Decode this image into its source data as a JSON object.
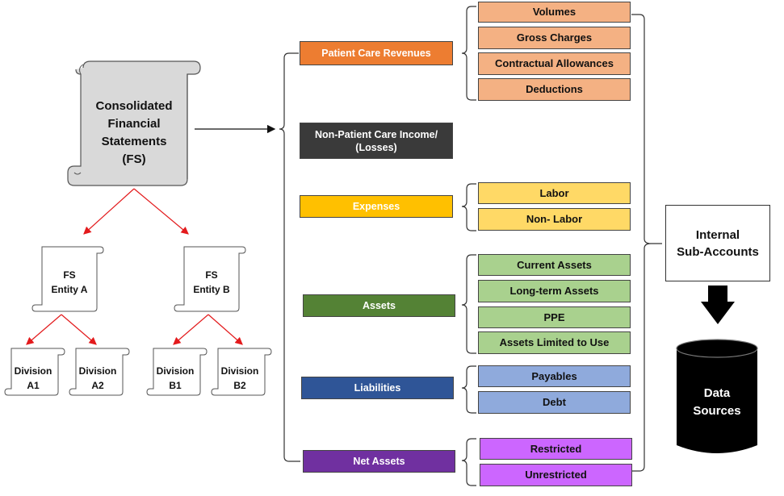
{
  "hierarchy": {
    "consolidated": "Consolidated Financial Statements (FS)",
    "consolidated_lines": [
      "Consolidated",
      "Financial",
      "Statements",
      "(FS)"
    ],
    "entity_a_lines": [
      "FS",
      "Entity A"
    ],
    "entity_b_lines": [
      "FS",
      "Entity B"
    ],
    "divisions": [
      {
        "lines": [
          "Division",
          "A1"
        ]
      },
      {
        "lines": [
          "Division",
          "A2"
        ]
      },
      {
        "lines": [
          "Division",
          "B1"
        ]
      },
      {
        "lines": [
          "Division",
          "B2"
        ]
      }
    ]
  },
  "categories": [
    {
      "label": "Patient Care Revenues",
      "color": "#ED7D31",
      "items": [
        "Volumes",
        "Gross Charges",
        "Contractual Allowances",
        "Deductions"
      ],
      "item_color": "#F4B183"
    },
    {
      "label": "Non-Patient Care Income/ (Losses)",
      "label_lines": [
        "Non-Patient Care Income/",
        "(Losses)"
      ],
      "color": "#3A3A3A",
      "items": [],
      "item_color": ""
    },
    {
      "label": "Expenses",
      "color": "#FFC000",
      "items": [
        "Labor",
        "Non- Labor"
      ],
      "item_color": "#FFD966"
    },
    {
      "label": "Assets",
      "color": "#548235",
      "items": [
        "Current Assets",
        "Long-term Assets",
        "PPE",
        "Assets Limited to Use"
      ],
      "item_color": "#A9D18E"
    },
    {
      "label": "Liabilities",
      "color": "#2F5597",
      "items": [
        "Payables",
        "Debt"
      ],
      "item_color": "#8FAADC"
    },
    {
      "label": "Net Assets",
      "color": "#7030A0",
      "items": [
        "Restricted",
        "Unrestricted"
      ],
      "item_color": "#CC66FF"
    }
  ],
  "internal_sub_accounts": {
    "lines": [
      "Internal",
      "Sub-Accounts"
    ]
  },
  "data_sources": {
    "lines": [
      "Data",
      "Sources"
    ]
  },
  "colors": {
    "arrow_red": "#E31A1C",
    "scroll_fill": "#D9D9D9",
    "line": "#333333"
  }
}
